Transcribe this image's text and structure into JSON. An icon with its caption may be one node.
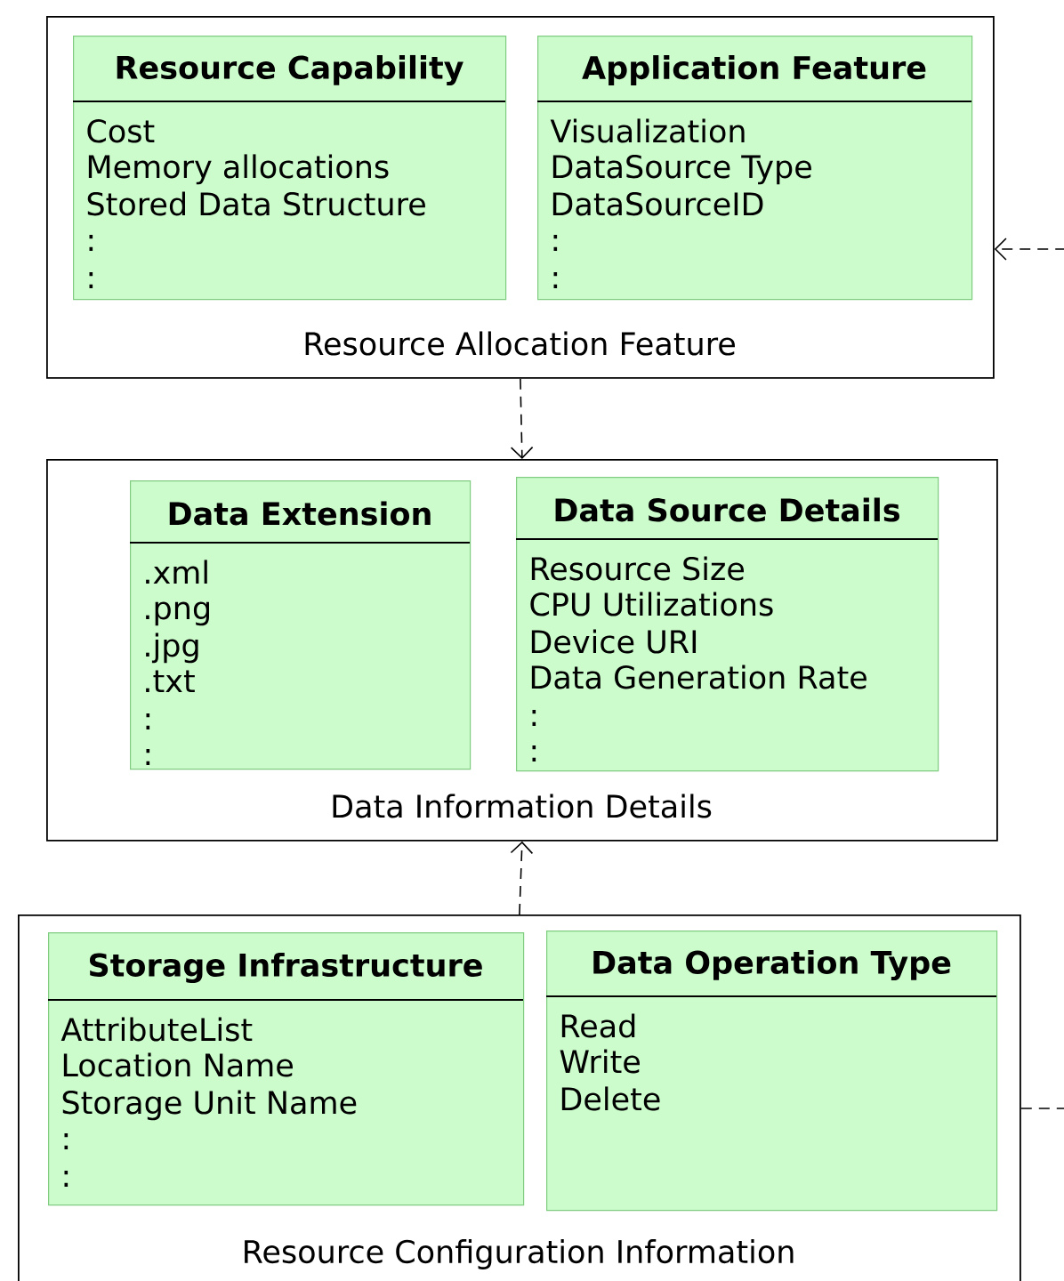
{
  "diagram": {
    "nodes": [
      {
        "text": [
          "Resource Allocation Feature"
        ]
      },
      {
        "text": [
          "Resource Capability",
          "Cost",
          "Memory allocations",
          "Stored Data Structure",
          ":",
          ":"
        ],
        "in": 0
      },
      {
        "text": [
          "Application Feature",
          "Visualization",
          "DataSource Type",
          "DataSourceID",
          ":",
          ":"
        ],
        "in": 0
      },
      {
        "text": [
          "Data Information Details"
        ]
      },
      {
        "text": [
          "Data Extension",
          ".xml",
          ".png",
          ".jpg",
          ".txt",
          ":",
          ":"
        ],
        "in": 3
      },
      {
        "text": [
          "Data Source Details",
          "Resource Size",
          "CPU Utilizations",
          "Device URI",
          "Data Generation Rate",
          ":",
          ":"
        ],
        "in": 3
      },
      {
        "text": [
          "Resource Configuration Information"
        ]
      },
      {
        "text": [
          "Storage Infrastructure",
          "AttributeList",
          "Location Name",
          "Storage Unit Name",
          ":",
          ":"
        ],
        "in": 6
      },
      {
        "text": [
          "Data Operation Type",
          "Read",
          "Write",
          "Delete"
        ],
        "in": 6
      }
    ],
    "edges": [
      {
        "from": 0,
        "to": 3,
        "arrow": "to",
        "style": "dashed"
      },
      {
        "from": 6,
        "to": 3,
        "arrow": "to",
        "style": "dashed"
      },
      {
        "from": 6,
        "to": 0,
        "arrow": "to",
        "style": "dashed"
      }
    ]
  }
}
